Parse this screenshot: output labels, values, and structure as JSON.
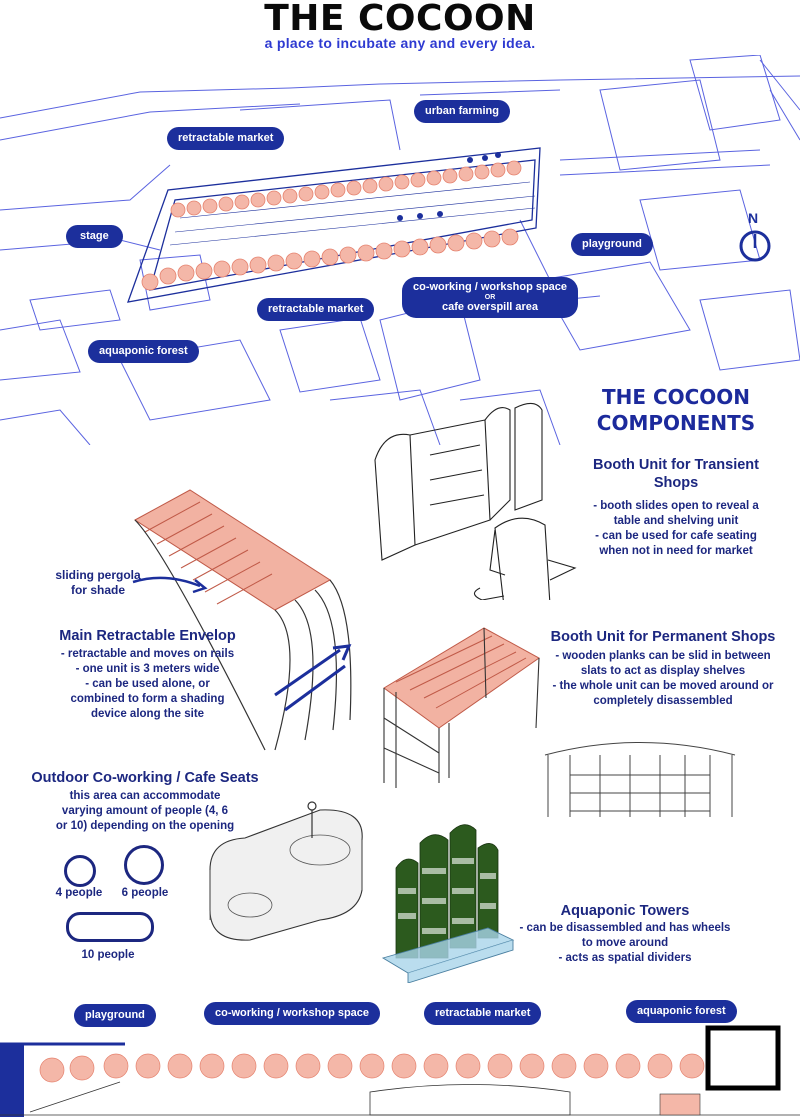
{
  "title": "THE COCOON",
  "subtitle": "a place to incubate any and every idea.",
  "map_labels": {
    "urban_farming": "urban farming",
    "retractable_market_top": "retractable market",
    "stage": "stage",
    "playground": "playground",
    "coworking_line1": "co-working / workshop space",
    "or": "OR",
    "coworking_line2": "cafe overspill area",
    "retractable_market_bottom": "retractable market",
    "aquaponic_forest": "aquaponic forest",
    "north": "N"
  },
  "components_title": [
    "THE COCOON",
    "COMPONENTS"
  ],
  "booth_transient": {
    "heading": [
      "Booth Unit for Transient",
      "Shops"
    ],
    "lines": [
      "- booth slides open to reveal a",
      "table and shelving unit",
      "- can be used for cafe seating",
      "when not in need for market"
    ]
  },
  "pergola": {
    "label": [
      "sliding pergola",
      "for shade"
    ]
  },
  "envelop": {
    "heading": "Main Retractable Envelop",
    "lines": [
      "-  retractable and moves on rails",
      "- one unit is 3 meters wide",
      "- can be used alone, or",
      "combined to form a shading",
      "device along the site"
    ]
  },
  "booth_permanent": {
    "heading": "Booth Unit for Permanent Shops",
    "lines": [
      "- wooden planks can be slid in between",
      "slats to act as display shelves",
      "- the whole unit can be moved around or",
      "completely disassembled"
    ]
  },
  "coworking": {
    "heading": "Outdoor Co-working / Cafe Seats",
    "lines": [
      "this area can accommodate",
      "varying amount of people (4, 6",
      "or 10) depending on the opening"
    ],
    "people": [
      "4 people",
      "6 people",
      "10 people"
    ]
  },
  "aquaponic": {
    "heading": "Aquaponic Towers",
    "lines": [
      "- can be disassembled and has wheels",
      "to move around",
      "- acts as spatial dividers"
    ]
  },
  "section_labels": {
    "playground": "playground",
    "coworking": "co-working / workshop space",
    "market": "retractable market",
    "forest": "aquaponic forest"
  },
  "colors": {
    "navy": "#1c2f9c",
    "text_blue": "#1c2780",
    "salmon": "#f2a99a",
    "map_line": "#5a63e0"
  }
}
